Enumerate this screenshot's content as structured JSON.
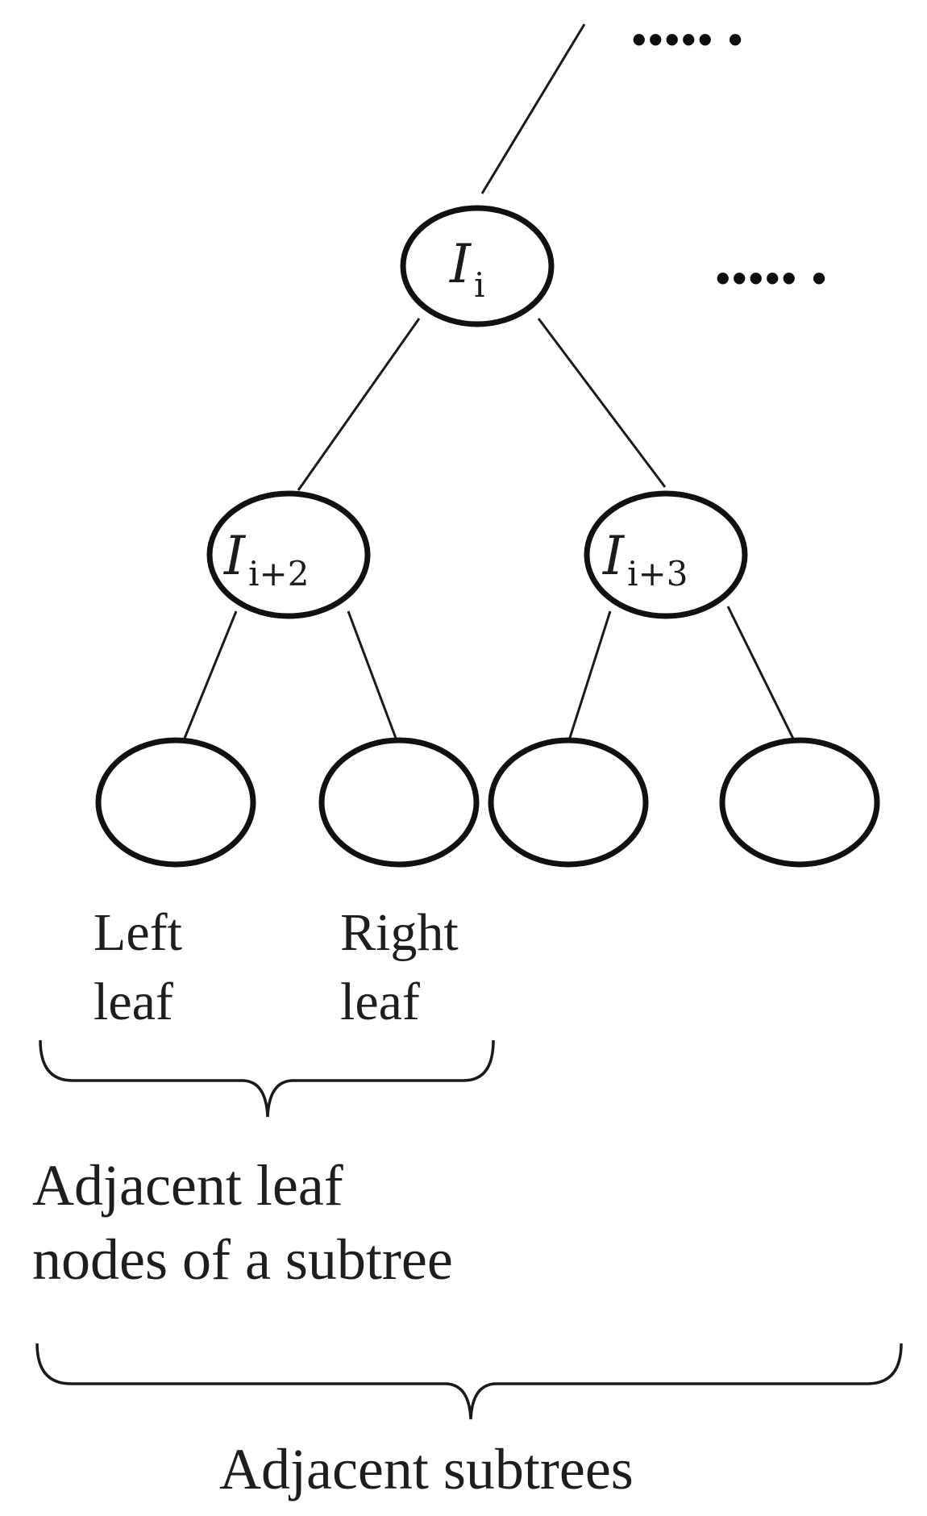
{
  "nodes": {
    "root": {
      "letter": "I",
      "subscript": "i"
    },
    "left_child": {
      "letter": "I",
      "subscript": "i+2"
    },
    "right_child": {
      "letter": "I",
      "subscript": "i+3"
    }
  },
  "ellipsis_top": "••••• •",
  "ellipsis_mid": "••••• •",
  "leaf_labels": {
    "left_line1": "Left",
    "left_line2": "leaf",
    "right_line1": "Right",
    "right_line2": "leaf"
  },
  "captions": {
    "leaf_group_line1": "Adjacent leaf",
    "leaf_group_line2": "nodes of a subtree",
    "subtrees": "Adjacent subtrees"
  }
}
